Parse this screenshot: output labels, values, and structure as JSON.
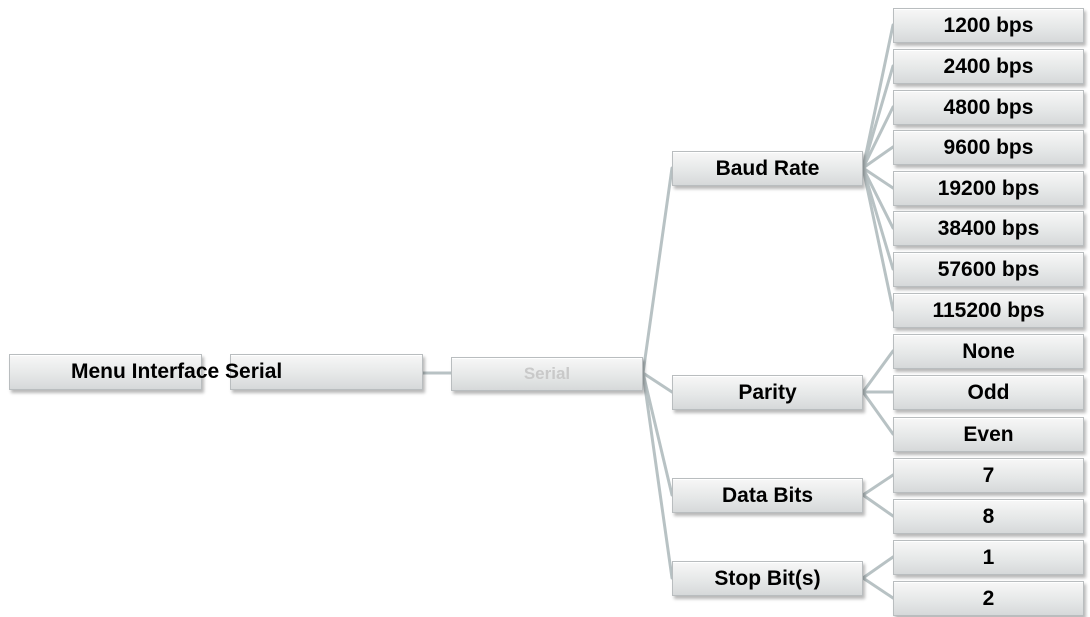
{
  "root_label": "Menu Interface Serial",
  "nodes": {
    "menu": "",
    "interface": "",
    "serial": "Serial",
    "baud_rate": "Baud Rate",
    "parity": "Parity",
    "data_bits": "Data Bits",
    "stop_bits": "Stop Bit(s)"
  },
  "baud_options": [
    "1200 bps",
    "2400 bps",
    "4800 bps",
    "9600 bps",
    "19200 bps",
    "38400 bps",
    "57600 bps",
    "115200 bps"
  ],
  "parity_options": [
    "None",
    "Odd",
    "Even"
  ],
  "data_bits_options": [
    "7",
    "8"
  ],
  "stop_bits_options": [
    "1",
    "2"
  ],
  "colors": {
    "connector": "#b8c2c4",
    "box_border": "#b9bdbf"
  }
}
